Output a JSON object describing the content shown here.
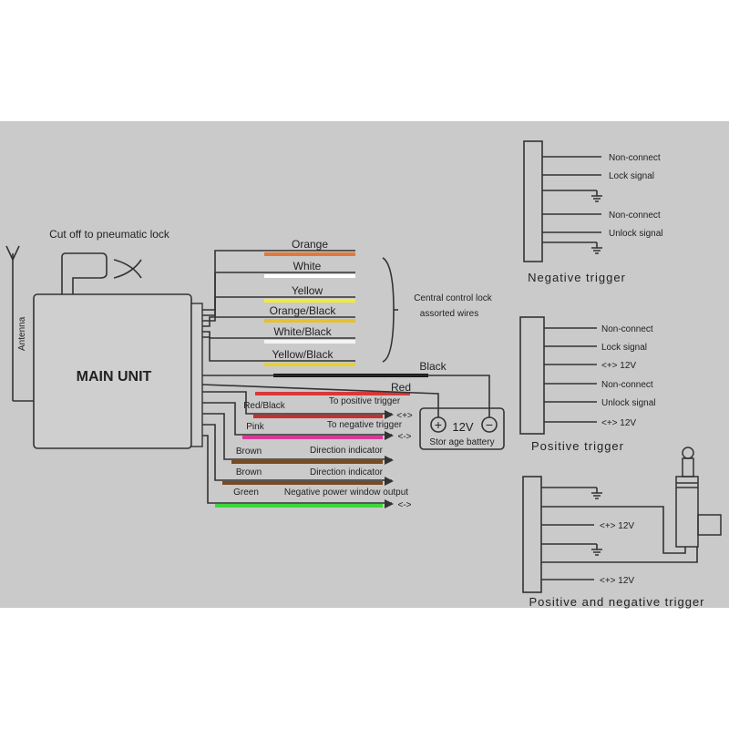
{
  "main_unit": {
    "label": "MAIN UNIT",
    "antenna": "Antenna",
    "cutoff": "Cut off to pneumatic lock"
  },
  "central_lock": {
    "line1": "Central control lock",
    "line2": "assorted wires"
  },
  "wires": [
    {
      "label": "Orange",
      "color": "#e07a3a"
    },
    {
      "label": "White",
      "color": "#ffffff"
    },
    {
      "label": "Yellow",
      "color": "#f2ea3a"
    },
    {
      "label": "Orange/Black",
      "color": "#e8c030"
    },
    {
      "label": "White/Black",
      "color": "#f4f4f4"
    },
    {
      "label": "Yellow/Black",
      "color": "#e8d030"
    },
    {
      "label": "Black",
      "color": "#111111"
    },
    {
      "label": "Red",
      "color": "#d83838"
    },
    {
      "label": "Red/Black",
      "color": "#c83030",
      "desc": "To positive trigger",
      "end": "<+>"
    },
    {
      "label": "Pink",
      "color": "#d83a9a",
      "desc": "To negative trigger",
      "end": "<->"
    },
    {
      "label": "Brown",
      "color": "#7a4a20",
      "desc": "Direction indicator"
    },
    {
      "label": "Brown",
      "color": "#7a4a20",
      "desc": "Direction indicator"
    },
    {
      "label": "Green",
      "color": "#3ad83a",
      "desc": "Negative power window output",
      "end": "<->"
    }
  ],
  "battery": {
    "voltage": "12V",
    "label": "Stor age battery",
    "plus": "+",
    "minus": "−"
  },
  "negative_trigger": {
    "title": "Negative trigger",
    "pins": [
      "Non-connect",
      "Lock signal",
      "Non-connect",
      "Unlock signal"
    ]
  },
  "positive_trigger": {
    "title": "Positive trigger",
    "pins": [
      "Non-connect",
      "Lock signal",
      "<+> 12V",
      "Non-connect",
      "Unlock signal",
      "<+> 12V"
    ]
  },
  "pos_neg_trigger": {
    "title": "Positive and negative trigger",
    "pins": [
      "<+> 12V",
      "<+> 12V"
    ]
  }
}
